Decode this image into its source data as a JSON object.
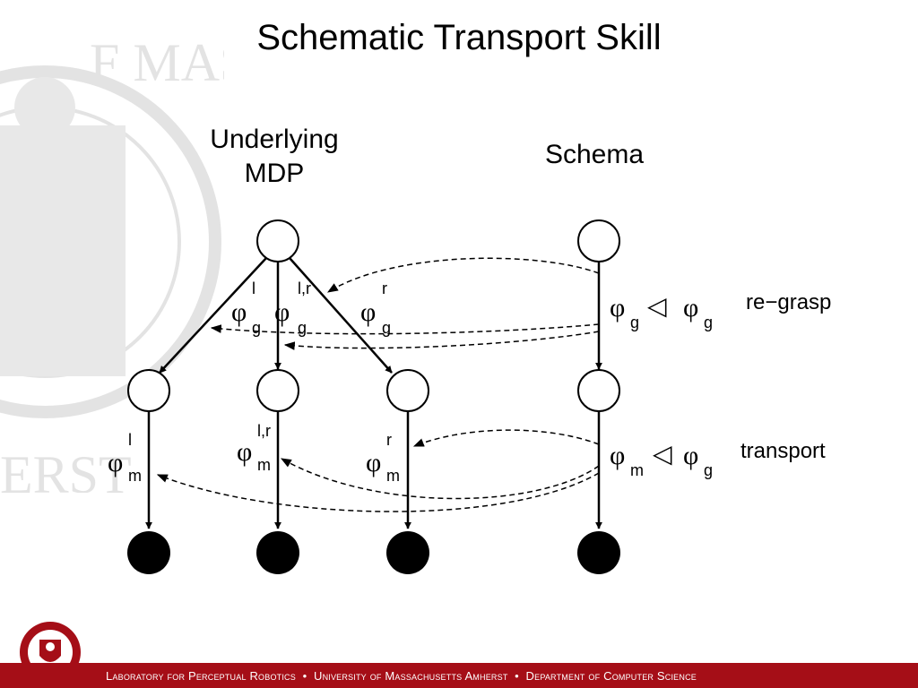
{
  "slide": {
    "title": "Schematic Transport Skill",
    "footer": {
      "part1": "Laboratory for Perceptual Robotics",
      "part2": "University of Massachusetts  Amherst",
      "part3": "Department of Computer Science",
      "separator": "•"
    },
    "watermark_text": "OF MASSA ERST",
    "colors": {
      "accent": "#a50e17"
    }
  },
  "diagram": {
    "headers": {
      "underlying_line1": "Underlying",
      "underlying_line2": "MDP",
      "schema": "Schema"
    },
    "controllers": {
      "left_grasp": {
        "base": "φ",
        "sup": "l",
        "sub": "g"
      },
      "mid_grasp": {
        "base": "φ",
        "sup": "l,r",
        "sub": "g"
      },
      "right_grasp": {
        "base": "φ",
        "sup": "r",
        "sub": "g"
      },
      "left_transport": {
        "base": "φ",
        "sup": "l",
        "sub": "m"
      },
      "mid_transport": {
        "base": "φ",
        "sup": "l,r",
        "sub": "m"
      },
      "right_transport": {
        "base": "φ",
        "sup": "r",
        "sub": "m"
      }
    },
    "schema_regrasp": {
      "base1": "φ",
      "sub1": "g",
      "op": "◁",
      "base2": "φ",
      "sub2": "g"
    },
    "schema_transport": {
      "base1": "φ",
      "sub1": "m",
      "op": "◁",
      "base2": "φ",
      "sub2": "g"
    },
    "labels": {
      "regrasp": "re−grasp",
      "transport": "transport"
    }
  }
}
